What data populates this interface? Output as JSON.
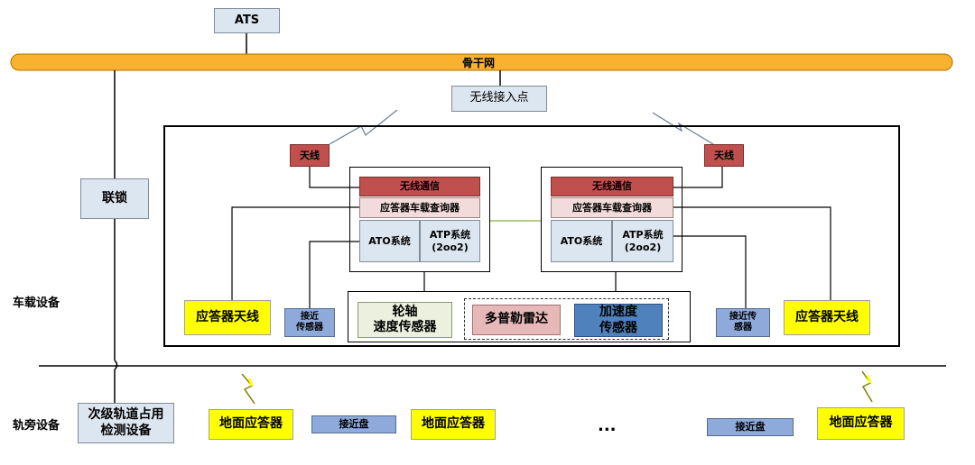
{
  "ats": "ATS",
  "backbone": "骨干网",
  "wireless_ap": "无线接入点",
  "interlock": "联锁",
  "onboard_label": "车载设备",
  "trackside_label": "轨旁设备",
  "left_antenna": "天线",
  "right_antenna": "天线",
  "left_unit": {
    "wireless_comm": "无线通信",
    "interrogator": "应答器车载查询器",
    "ato": "ATO系统",
    "atp": "ATP系统\n(2oo2)"
  },
  "right_unit": {
    "wireless_comm": "无线通信",
    "interrogator": "应答器车载查询器",
    "ato": "ATO系统",
    "atp": "ATP系统\n(2oo2)"
  },
  "left_balise_antenna": "应答器天线",
  "right_balise_antenna": "应答器天线",
  "left_proximity_sensor": "接近\n传感器",
  "right_proximity_sensor": "接近传\n感器",
  "axle_speed_sensor": "轮轴\n速度传感器",
  "doppler_radar": "多普勒雷达",
  "accelerometer": "加速度\n传感器",
  "secondary_track_detection": "次级轨道占用\n检测设备",
  "ground_balise_1": "地面应答器",
  "proximity_plate_1": "接近盘",
  "ground_balise_2": "地面应答器",
  "ellipsis": "...",
  "proximity_plate_2": "接近盘",
  "ground_balise_3": "地面应答器",
  "colors": {
    "backbone": "#fbb130",
    "wireless": "#c0504d",
    "yellow": "#ffff00",
    "box_gray": "#dce6f1",
    "accelerometer": "#4f81bd"
  }
}
